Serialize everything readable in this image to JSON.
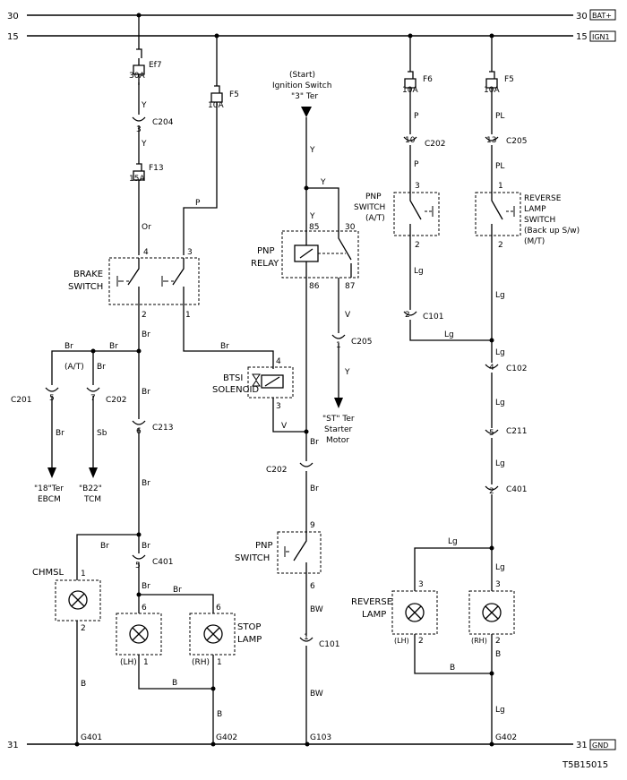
{
  "buses": {
    "b30_left": "30",
    "b30_right": "30",
    "b30_tag": "BAT+",
    "b15_left": "15",
    "b15_right": "15",
    "b15_tag": "IGN1",
    "b31_left": "31",
    "b31_right": "31",
    "b31_tag": "GND"
  },
  "fuses": {
    "ef7_name": "Ef7",
    "ef7_rating": "30A",
    "f13_name": "F13",
    "f13_rating": "15A",
    "f5a_name": "F5",
    "f5a_rating": "10A",
    "f6_name": "F6",
    "f6_rating": "10A",
    "f5b_name": "F5",
    "f5b_rating": "10A"
  },
  "connectors": {
    "c204": "C204",
    "c204_pin": "3",
    "c202_top": "C202",
    "c202_top_pin": "10",
    "c205_top": "C205",
    "c205_top_pin": "13",
    "c201": "C201",
    "c201_pin": "5",
    "c202_left": "C202",
    "c202_left_pin": "7",
    "c213": "C213",
    "c213_pin": "6",
    "c401_left": "C401",
    "c401_left_pin": "5",
    "c205_mid": "C205",
    "c205_mid_pin": "1",
    "c202_mid": "C202",
    "c101_mid": "C101",
    "c101_mid_pin": "1",
    "c101_right": "C101",
    "c101_right_pin": "2",
    "c102": "C102",
    "c102_pin": "4",
    "c211": "C211",
    "c211_pin": "5",
    "c401_right": "C401",
    "c401_right_pin": "2"
  },
  "wires": {
    "y1": "Y",
    "y2": "Y",
    "y3": "Y",
    "y4": "Y",
    "y5": "Y",
    "or": "Or",
    "p1": "P",
    "p2": "P",
    "p3": "P",
    "pl1": "PL",
    "pl2": "PL",
    "br1": "Br",
    "br2": "Br",
    "br3": "Br",
    "br4": "Br",
    "br5": "Br",
    "br6": "Br",
    "br7": "Br",
    "br8": "Br",
    "br9": "Br",
    "br10": "Br",
    "br11": "Br",
    "br12": "Br",
    "sb": "Sb",
    "v1": "V",
    "v2": "V",
    "bw1": "BW",
    "bw2": "BW",
    "lg1": "Lg",
    "lg2": "Lg",
    "lg3": "Lg",
    "lg4": "Lg",
    "lg5": "Lg",
    "lg6": "Lg",
    "lg7": "Lg",
    "lg8": "Lg",
    "lg9": "Lg",
    "b1": "B",
    "b2": "B",
    "b3": "B",
    "b4": "B",
    "b5": "B"
  },
  "components": {
    "brake_switch_1": "BRAKE",
    "brake_switch_2": "SWITCH",
    "brake_pin4": "4",
    "brake_pin3": "3",
    "brake_pin2": "2",
    "brake_pin1": "1",
    "ign_1": "(Start)",
    "ign_2": "Ignition Switch",
    "ign_3": "\"3\" Ter",
    "relay_1": "PNP",
    "relay_2": "RELAY",
    "relay_85": "85",
    "relay_30": "30",
    "relay_86": "86",
    "relay_87": "87",
    "btsi_1": "BTSI",
    "btsi_2": "SOLENOID",
    "btsi_pin4": "4",
    "btsi_pin3": "3",
    "starter_1": "\"ST\" Ter",
    "starter_2": "Starter",
    "starter_3": "Motor",
    "pnp_at_1": "PNP",
    "pnp_at_2": "SWITCH",
    "pnp_at_3": "(A/T)",
    "pnp_at_pin3": "3",
    "pnp_at_pin2": "2",
    "rev_sw_1": "REVERSE",
    "rev_sw_2": "LAMP",
    "rev_sw_3": "SWITCH",
    "rev_sw_4": "(Back up S/w)",
    "rev_sw_5": "(M/T)",
    "rev_sw_pin1": "1",
    "rev_sw_pin2": "2",
    "at_label": "(A/T)",
    "ebcm_1": "\"18\"Ter",
    "ebcm_2": "EBCM",
    "tcm_1": "\"B22\"",
    "tcm_2": "TCM",
    "chmsl": "CHMSL",
    "chmsl_pin1": "1",
    "chmsl_pin2": "2",
    "stop_lh_pin6": "6",
    "stop_lh_pin1": "1",
    "stop_lh_side": "(LH)",
    "stop_rh_pin6": "6",
    "stop_rh_pin1": "1",
    "stop_rh_side": "(RH)",
    "stop_1": "STOP",
    "stop_2": "LAMP",
    "pnp_sw_1": "PNP",
    "pnp_sw_2": "SWITCH",
    "pnp_sw_pin9": "9",
    "pnp_sw_pin6": "6",
    "rev_lamp_1": "REVERSE",
    "rev_lamp_2": "LAMP",
    "rev_lh_pin3": "3",
    "rev_lh_pin2": "2",
    "rev_lh_side": "(LH)",
    "rev_rh_pin3": "3",
    "rev_rh_pin2": "2",
    "rev_rh_side": "(RH)"
  },
  "grounds": {
    "g401": "G401",
    "g402a": "G402",
    "g103": "G103",
    "g402b": "G402"
  },
  "figure_code": "T5B15015"
}
